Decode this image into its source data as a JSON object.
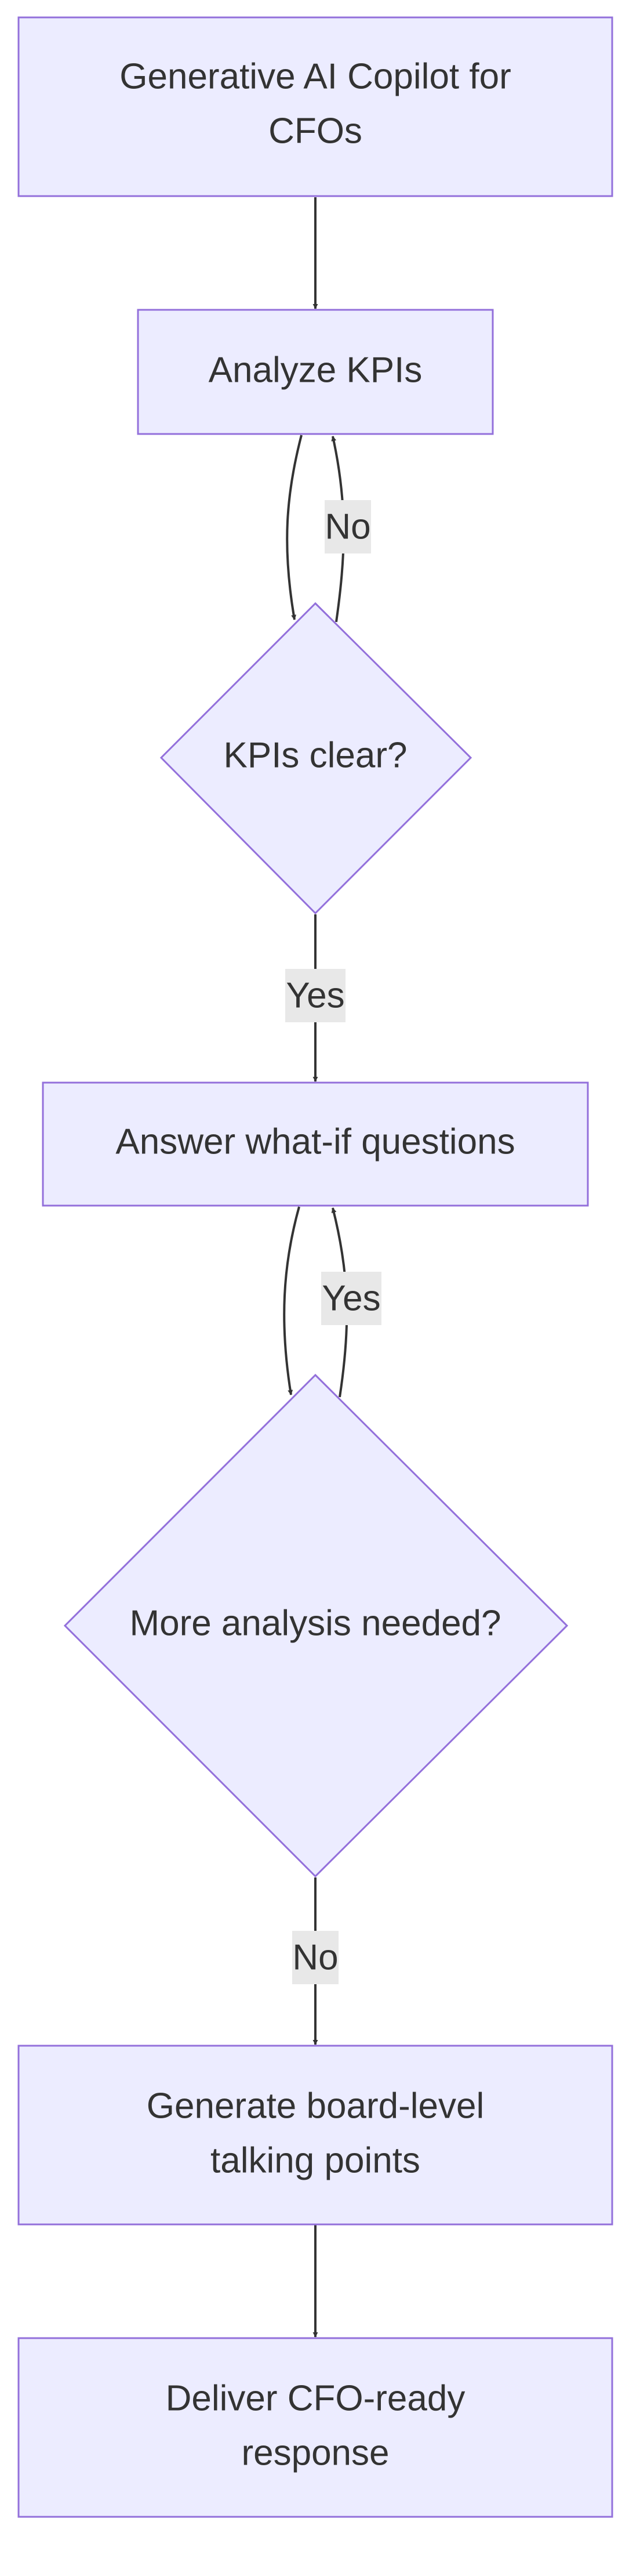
{
  "diagram": {
    "nodes": {
      "start": {
        "lines": [
          "Generative AI Copilot for",
          "CFOs"
        ]
      },
      "analyze": {
        "lines": [
          "Analyze KPIs"
        ]
      },
      "kpis_clear": {
        "lines": [
          "KPIs clear?"
        ]
      },
      "answer": {
        "lines": [
          "Answer what-if questions"
        ]
      },
      "more_analysis": {
        "lines": [
          "More analysis needed?"
        ]
      },
      "talking_points": {
        "lines": [
          "Generate board-level",
          "talking points"
        ]
      },
      "deliver": {
        "lines": [
          "Deliver CFO-ready",
          "response"
        ]
      }
    },
    "edges": {
      "kpis_clear_no": {
        "label": "No"
      },
      "kpis_clear_yes": {
        "label": "Yes"
      },
      "more_analysis_yes": {
        "label": "Yes"
      },
      "more_analysis_no": {
        "label": "No"
      }
    },
    "colors": {
      "node_fill": "#ECECFF",
      "node_stroke": "#9370DB",
      "text": "#333333",
      "edge": "#333333",
      "label_background": "#e8e8e8"
    }
  }
}
